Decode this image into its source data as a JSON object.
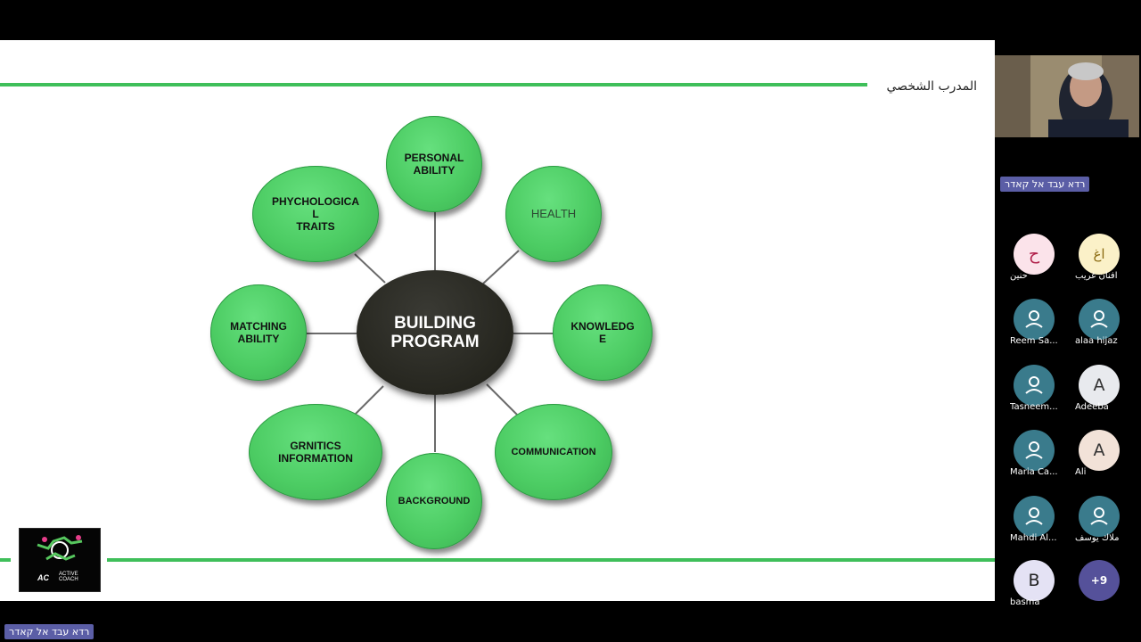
{
  "slide": {
    "title": "المدرب الشخصي",
    "center_label": "BUILDING\nPROGRAM",
    "nodes": [
      {
        "id": "personal",
        "label": "PERSONAL\nABILITY"
      },
      {
        "id": "health",
        "label": "HEALTH"
      },
      {
        "id": "knowledge",
        "label": "KNOWLEDG\nE"
      },
      {
        "id": "communication",
        "label": "COMMUNICATION"
      },
      {
        "id": "background",
        "label": "BACKGROUND"
      },
      {
        "id": "genetics",
        "label": "GRNITICS\nINFORMATION"
      },
      {
        "id": "matching",
        "label": "MATCHING\nABILITY"
      },
      {
        "id": "psych",
        "label": "PHYCHOLOGICA\nL\nTRAITS"
      }
    ],
    "logo_text": "AC",
    "logo_sub": "ACTIVE\nCOACH",
    "accent_color": "#3fbf5a"
  },
  "presenter": {
    "name": "רדא עבד אל קאדר"
  },
  "bottom_tag": "רדא עבד אל קאדר",
  "participants": [
    {
      "initial": "ح",
      "name": "حنين",
      "bg": "#fbe3ea",
      "fg": "#b0204a"
    },
    {
      "initial": "اغ",
      "name": "افنان غريب",
      "bg": "#fbf1c8",
      "fg": "#8a6a10"
    },
    {
      "initial": "",
      "name": "Reem Sa...",
      "bg": "#3a7b8c",
      "fg": "#fff",
      "icon": "user-icon"
    },
    {
      "initial": "",
      "name": "alaa hijaz",
      "bg": "#3a7b8c",
      "fg": "#fff",
      "icon": "user-icon"
    },
    {
      "initial": "",
      "name": "Tasneem...",
      "bg": "#3a7b8c",
      "fg": "#fff",
      "icon": "user-icon"
    },
    {
      "initial": "A",
      "name": "Adeeba",
      "bg": "#e8eaee",
      "fg": "#333",
      "icon": ""
    },
    {
      "initial": "",
      "name": "Maria Ca...",
      "bg": "#3a7b8c",
      "fg": "#fff",
      "icon": "user-icon"
    },
    {
      "initial": "A",
      "name": "Ali",
      "bg": "#f2e2d8",
      "fg": "#333",
      "icon": ""
    },
    {
      "initial": "",
      "name": "Mahdi Al...",
      "bg": "#3a7b8c",
      "fg": "#fff",
      "icon": "user-icon"
    },
    {
      "initial": "",
      "name": "ملاك يوسف",
      "bg": "#3a7b8c",
      "fg": "#fff",
      "icon": "user-icon"
    },
    {
      "initial": "B",
      "name": "basma",
      "bg": "#e4e2f4",
      "fg": "#222",
      "icon": ""
    },
    {
      "initial": "+9",
      "name": "",
      "bg": "#55519a",
      "fg": "#fff",
      "icon": ""
    }
  ]
}
